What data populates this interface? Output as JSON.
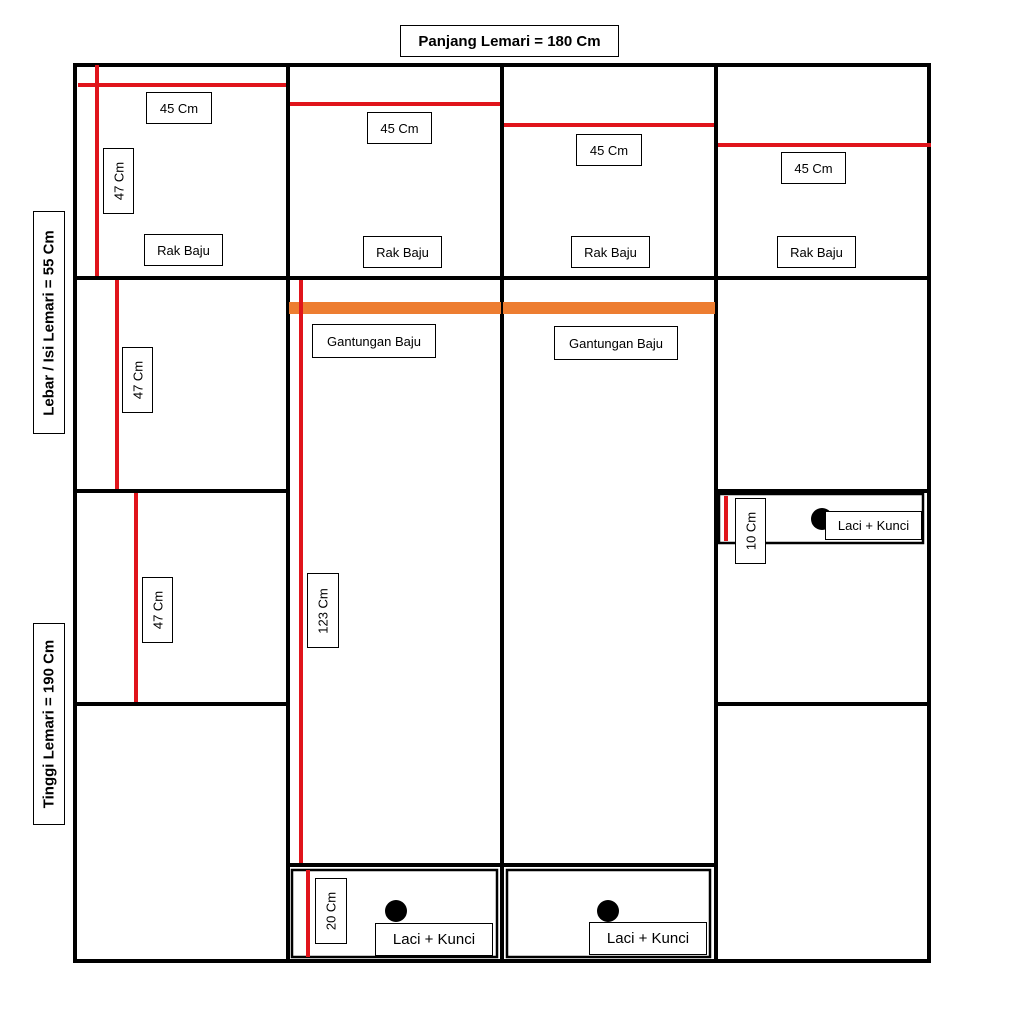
{
  "title": "Panjang Lemari = 180 Cm",
  "side_labels": {
    "width": "Lebar / Isi Lemari = 55 Cm",
    "height": "Tinggi Lemari = 190 Cm"
  },
  "shelves": {
    "dimension": "45 Cm",
    "name": "Rak Baju"
  },
  "hanging": {
    "name": "Gantungan Baju",
    "height": "123 Cm"
  },
  "drawers": {
    "name": "Laci + Kunci",
    "bottom_height": "20 Cm",
    "side_height": "10 Cm"
  },
  "compartment_height": "47 Cm",
  "colors": {
    "outline": "#000000",
    "dimension_line": "#e0141b",
    "hanging_rod": "#ed7d31"
  }
}
